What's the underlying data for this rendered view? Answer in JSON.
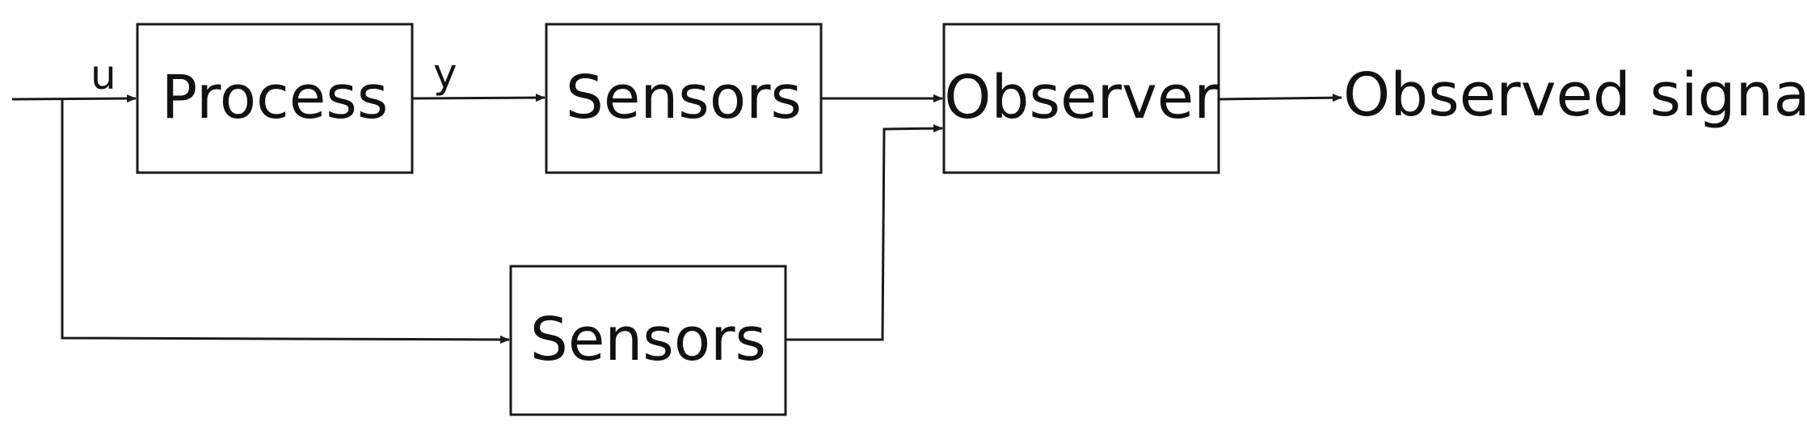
{
  "blocks": {
    "process": "Process",
    "sensors_top": "Sensors",
    "observer": "Observer",
    "sensors_bottom": "Sensors"
  },
  "signals": {
    "input": "u",
    "process_output": "y",
    "observer_output": "Observed signal"
  },
  "colors": {
    "stroke": "#1a1a1a",
    "background": "#ffffff",
    "text": "#111111"
  }
}
